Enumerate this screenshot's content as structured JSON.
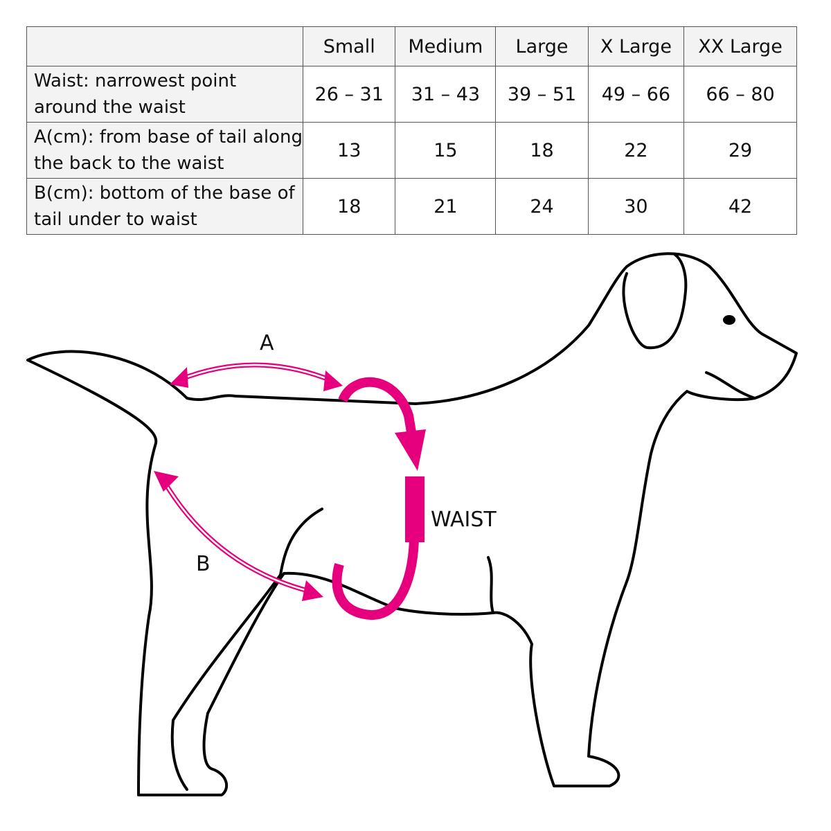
{
  "table": {
    "headers": [
      "",
      "Small",
      "Medium",
      "Large",
      "X Large",
      "XX Large"
    ],
    "rows": [
      {
        "label": "Waist: narrowest point around the waist",
        "values": [
          "26 – 31",
          "31 – 43",
          "39 – 51",
          "49 – 66",
          "66 – 80"
        ]
      },
      {
        "label": "A(cm): from base of tail along the back to the waist",
        "values": [
          "13",
          "15",
          "18",
          "22",
          "29"
        ]
      },
      {
        "label": "B(cm): bottom of the base of tail under to waist",
        "values": [
          "18",
          "21",
          "24",
          "30",
          "42"
        ]
      }
    ]
  },
  "diagram": {
    "label_a": "A",
    "label_b": "B",
    "label_waist": "WAIST",
    "accent_color": "#e6007e"
  }
}
